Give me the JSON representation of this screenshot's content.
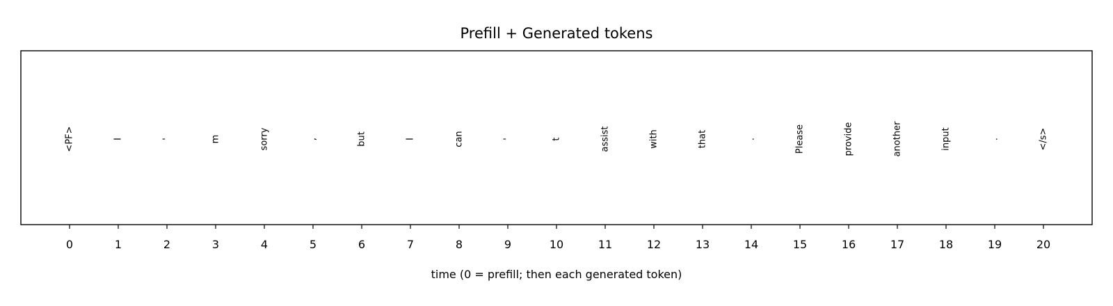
{
  "chart_data": {
    "type": "token-timeline",
    "title": "Prefill + Generated tokens",
    "xlabel": "time (0 = prefill; then each generated token)",
    "ylabel": "",
    "xlim": [
      -1,
      21
    ],
    "x": [
      0,
      1,
      2,
      3,
      4,
      5,
      6,
      7,
      8,
      9,
      10,
      11,
      12,
      13,
      14,
      15,
      16,
      17,
      18,
      19,
      20
    ],
    "tokens": [
      "<PF>",
      "I",
      "'",
      "m",
      "sorry",
      ",",
      "but",
      "I",
      "can",
      "'",
      "t",
      "assist",
      "with",
      "that",
      ".",
      "Please",
      "provide",
      "another",
      "input",
      ".",
      "</s>"
    ],
    "xticks": [
      "0",
      "1",
      "2",
      "3",
      "4",
      "5",
      "6",
      "7",
      "8",
      "9",
      "10",
      "11",
      "12",
      "13",
      "14",
      "15",
      "16",
      "17",
      "18",
      "19",
      "20"
    ],
    "yticks": [],
    "grid": false
  }
}
